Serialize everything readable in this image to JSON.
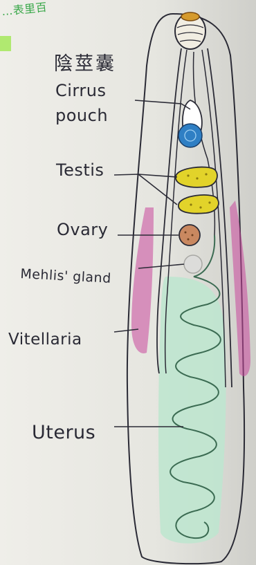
{
  "labels": {
    "corner": "…表里百",
    "cjk": "陰莖囊",
    "cirrus_line1": "Cirrus",
    "cirrus_line2": "pouch",
    "testis": "Testis",
    "ovary": "Ovary",
    "mehlis": "Mehlis' gland",
    "vitellaria": "Vitellaria",
    "uterus": "Uterus"
  },
  "colors": {
    "paper": "#e9e8e3",
    "ink": "#2a2a35",
    "testis": "#e2d32a",
    "ovary": "#c98860",
    "cirrus_blue": "#2f7fc4",
    "vitellaria": "#c9479c",
    "uterus_fill": "#bfe5cf",
    "uterus_line": "#3b6b52",
    "scolex": "#d59a2c",
    "corner_mark": "#a5e85a"
  }
}
